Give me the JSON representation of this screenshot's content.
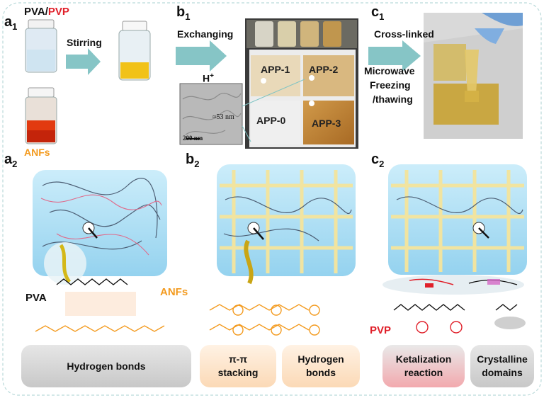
{
  "panels": {
    "a1": {
      "letter": "a",
      "sub": "1"
    },
    "a2": {
      "letter": "a",
      "sub": "2"
    },
    "b1": {
      "letter": "b",
      "sub": "1"
    },
    "b2": {
      "letter": "b",
      "sub": "2"
    },
    "c1": {
      "letter": "c",
      "sub": "1"
    },
    "c2": {
      "letter": "c",
      "sub": "2"
    }
  },
  "labels": {
    "pva": "PVA/",
    "pvp": "PVP",
    "anfs_top": "ANFs",
    "stirring": "Stirring",
    "exchanging": "Exchanging",
    "h_plus": "H",
    "h_plus_sup": "+",
    "cross_linked": "Cross-linked",
    "microwave": "Microwave",
    "freezing": "Freezing",
    "thawing": "/thawing",
    "scale_bar": "200 nm",
    "tem_dim": "≈53 nm",
    "pva_chain": "PVA",
    "anfs_chain": "ANFs",
    "pvp_chain": "PVP"
  },
  "films": [
    "APP-1",
    "APP-2",
    "APP-0",
    "APP-3"
  ],
  "mechanisms": {
    "a": "Hydrogen bonds",
    "b_stack_1": "π-π",
    "b_stack_2": "stacking",
    "b_hb_1": "Hydrogen",
    "b_hb_2": "bonds",
    "c_ket_1": "Ketalization",
    "c_ket_2": "reaction",
    "c_cry_1": "Crystalline",
    "c_cry_2": "domains"
  },
  "colors": {
    "arrow": "#7fc4c4",
    "orange": "#f39a1e",
    "red": "#e0202a",
    "gel_blue": "#aee0f4",
    "fiber_yellow": "#f2e6a6",
    "grey_box": "#d9d9d9",
    "peach_box": "#fde8d2",
    "pink_box": "#f4b9bd"
  },
  "icons": [
    "arrow-right-icon"
  ]
}
